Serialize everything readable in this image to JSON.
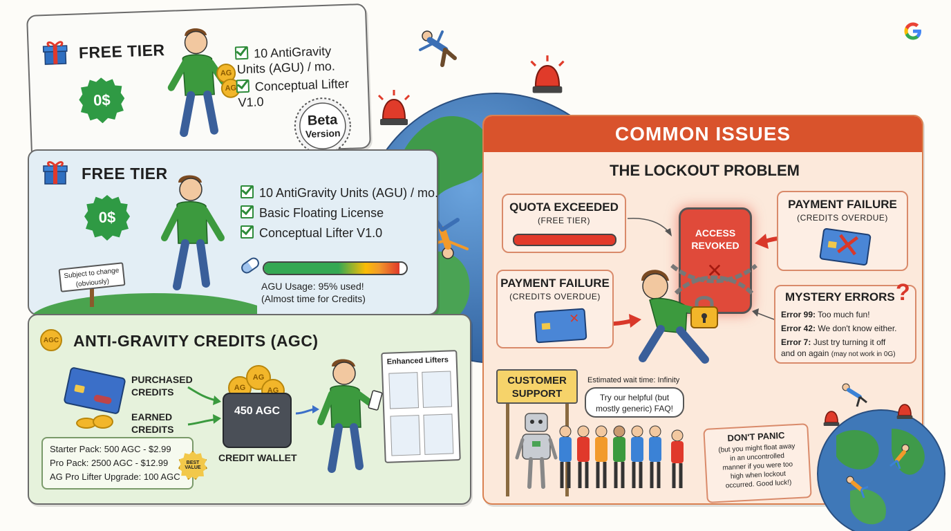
{
  "brand": {
    "icon": "google-g-icon"
  },
  "free_tier_1": {
    "title": "FREE TIER",
    "price": "0$",
    "features": [
      "10 AntiGravity Units (AGU) / mo.",
      "Conceptual Lifter V1.0"
    ],
    "features_split": [
      "10 AntiGravity",
      "Units (AGU) / mo.",
      "Conceptual Lifter",
      "V1.0"
    ],
    "badge_top": "Beta Version",
    "badge_line1": "Beta",
    "badge_line2": "Version",
    "coin_label": "AG"
  },
  "free_tier_2": {
    "title": "FREE TIER",
    "price": "0$",
    "features": [
      "10 AntiGravity Units (AGU) / mo.",
      "Basic Floating License",
      "Conceptual Lifter V1.0"
    ],
    "sign_text": "Subject to change (obviously)",
    "sign_line1": "Subject to change",
    "sign_line2": "(obviously)",
    "usage_label": "AGU Usage: 95% used!",
    "usage_note": "(Almost time for Credits)",
    "usage_percent": 95
  },
  "agc": {
    "title": "ANTI-GRAVITY CREDITS (AGC)",
    "logo_text": "AGC",
    "purchased_label": "PURCHASED CREDITS",
    "purchased_l1": "PURCHASED",
    "purchased_l2": "CREDITS",
    "earned_label": "EARNED CREDITS",
    "earned_l1": "EARNED",
    "earned_l2": "CREDITS",
    "wallet_amount": "450 AGC",
    "wallet_label": "CREDIT WALLET",
    "coin_label": "AG",
    "packs": [
      "Starter Pack: 500 AGC - $2.99",
      "Pro Pack: 2500 AGC - $12.99",
      "AG Pro Lifter Upgrade: 100 AGC"
    ],
    "lifters_title": "Enhanced Lifters",
    "best_value": "BEST VALUE"
  },
  "issues": {
    "header": "COMMON ISSUES",
    "subheader": "THE LOCKOUT PROBLEM",
    "quota": {
      "title": "QUOTA EXCEEDED",
      "sub": "(FREE TIER)"
    },
    "payment_right": {
      "title": "PAYMENT FAILURE",
      "sub": "(CREDITS OVERDUE)"
    },
    "payment_left": {
      "title": "PAYMENT FAILURE",
      "sub": "(CREDITS OVERDUE)"
    },
    "phone_text_1": "ACCESS",
    "phone_text_2": "REVOKED",
    "mystery": {
      "title": "MYSTERY ERRORS",
      "errors": [
        {
          "code": "Error 99:",
          "text": "Too much fun!"
        },
        {
          "code": "Error 42:",
          "text": "We don't know either."
        },
        {
          "code": "Error 7:",
          "text": "Just try turning it off"
        }
      ],
      "tail": "and on again",
      "tail_small": "(may not work in 0G)"
    },
    "support": {
      "sign_l1": "CUSTOMER",
      "sign_l2": "SUPPORT",
      "wait": "Estimated wait time: Infinity",
      "bubble_l1": "Try our helpful (but",
      "bubble_l2": "mostly generic) FAQ!"
    },
    "panic": {
      "title": "DON'T PANIC",
      "body_l1": "(but you might float away",
      "body_l2": "in an uncontrolled",
      "body_l3": "manner if you were too",
      "body_l4": "high when lockout",
      "body_l5": "occurred. Good luck!)"
    }
  },
  "colors": {
    "accent_red": "#d9532c",
    "accent_green": "#2f9a44",
    "globe_blue": "#3f78b8",
    "land_green": "#3f9a4a",
    "issues_bg": "#fce9db"
  }
}
